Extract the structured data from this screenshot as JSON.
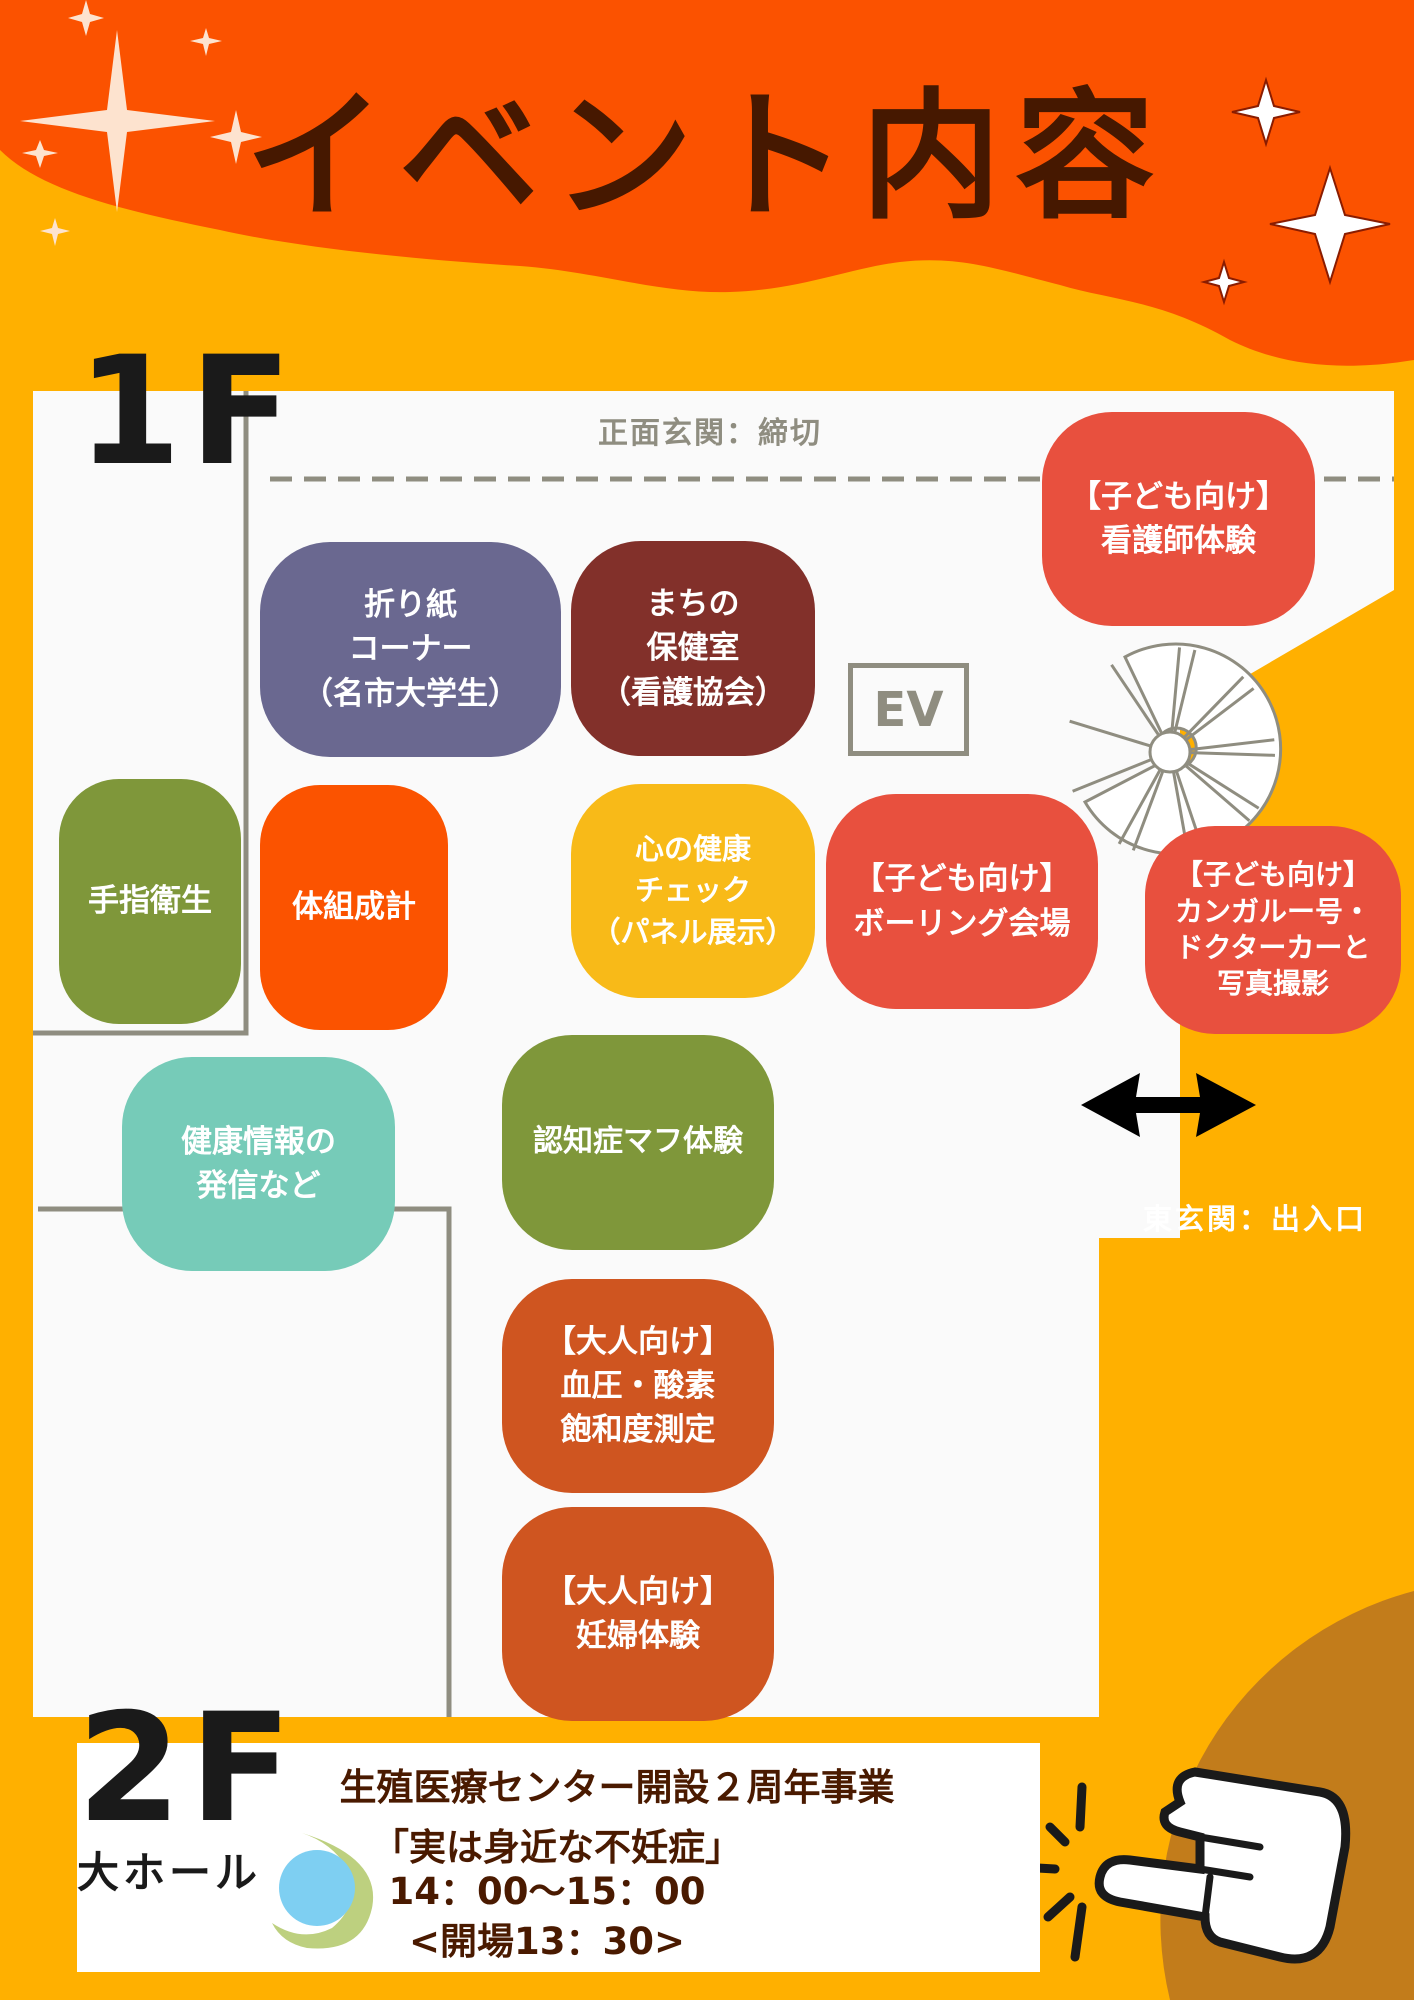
{
  "header": {
    "title": "イベント内容"
  },
  "floor1": {
    "label": "1F",
    "front_entrance": "正面玄関：締切",
    "elevator": "EV",
    "east_entrance": "東玄関：出入口",
    "booths": [
      {
        "text": "折り紙\nコーナー\n（名市大学生）",
        "color": "#6a6890"
      },
      {
        "text": "まちの\n保健室\n（看護協会）",
        "color": "#82302a"
      },
      {
        "text": "【子ども向け】\n看護師体験",
        "color": "#e8503e"
      },
      {
        "text": "手指衛生",
        "color": "#7f973a"
      },
      {
        "text": "体組成計",
        "color": "#fb5300"
      },
      {
        "text": "心の健康\nチェック\n（パネル展示）",
        "color": "#f8ba18"
      },
      {
        "text": "【子ども向け】\nボーリング会場",
        "color": "#e8503e"
      },
      {
        "text": "【子ども向け】\nカンガルー号・\nドクターカーと\n写真撮影",
        "color": "#e8503e"
      },
      {
        "text": "健康情報の\n発信など",
        "color": "#76cbb8"
      },
      {
        "text": "認知症マフ体験",
        "color": "#7f973a"
      },
      {
        "text": "【大人向け】\n血圧・酸素\n飽和度測定",
        "color": "#cf5520"
      },
      {
        "text": "【大人向け】\n妊婦体験",
        "color": "#cf5520"
      }
    ]
  },
  "floor2": {
    "label": "2F",
    "hall": "大ホール",
    "lines": [
      "生殖医療センター開設２周年事業",
      "「実は身近な不妊症」",
      "14：00～15：00",
      "<開場13：30>"
    ]
  },
  "colors": {
    "background": "#ffb000",
    "header": "#fb5200",
    "title": "#461800",
    "wall": "#8f8d80",
    "accent_circle": "#c27c1b"
  }
}
